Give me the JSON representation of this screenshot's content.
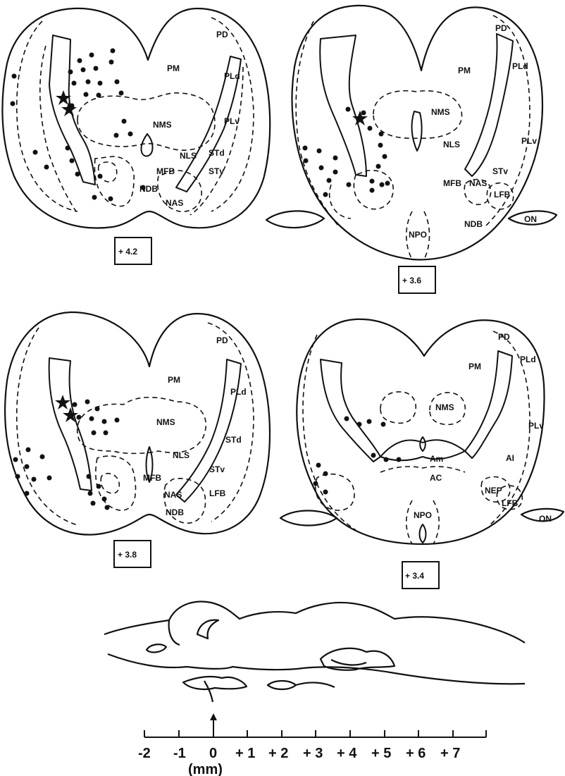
{
  "sections": [
    {
      "level": "+ 4.2",
      "labels": [
        "PD",
        "PM",
        "PLd",
        "PLv",
        "NMS",
        "NLS",
        "STd",
        "STv",
        "MFB",
        "NDB",
        "NAS"
      ]
    },
    {
      "level": "+ 3.6",
      "labels": [
        "PD",
        "PM",
        "PLd",
        "NMS",
        "PLv",
        "NLS",
        "STv",
        "MFB",
        "NAS",
        "LFB",
        "ON",
        "NDB",
        "NPO"
      ]
    },
    {
      "level": "+ 3.8",
      "labels": [
        "PD",
        "PM",
        "PLd",
        "NMS",
        "STd",
        "NLS",
        "MFB",
        "STv",
        "NAS",
        "LFB",
        "NDB"
      ]
    },
    {
      "level": "+ 3.4",
      "labels": [
        "PD",
        "PLd",
        "PM",
        "NMS",
        "PLv",
        "Am",
        "AI",
        "AC",
        "NEP",
        "LFB",
        "ON",
        "NPO"
      ]
    }
  ],
  "scale": {
    "ticks": [
      "-2",
      "-1",
      "0",
      "+ 1",
      "+ 2",
      "+ 3",
      "+ 4",
      "+ 5",
      "+ 6",
      "+ 7"
    ],
    "unit": "(mm)"
  }
}
